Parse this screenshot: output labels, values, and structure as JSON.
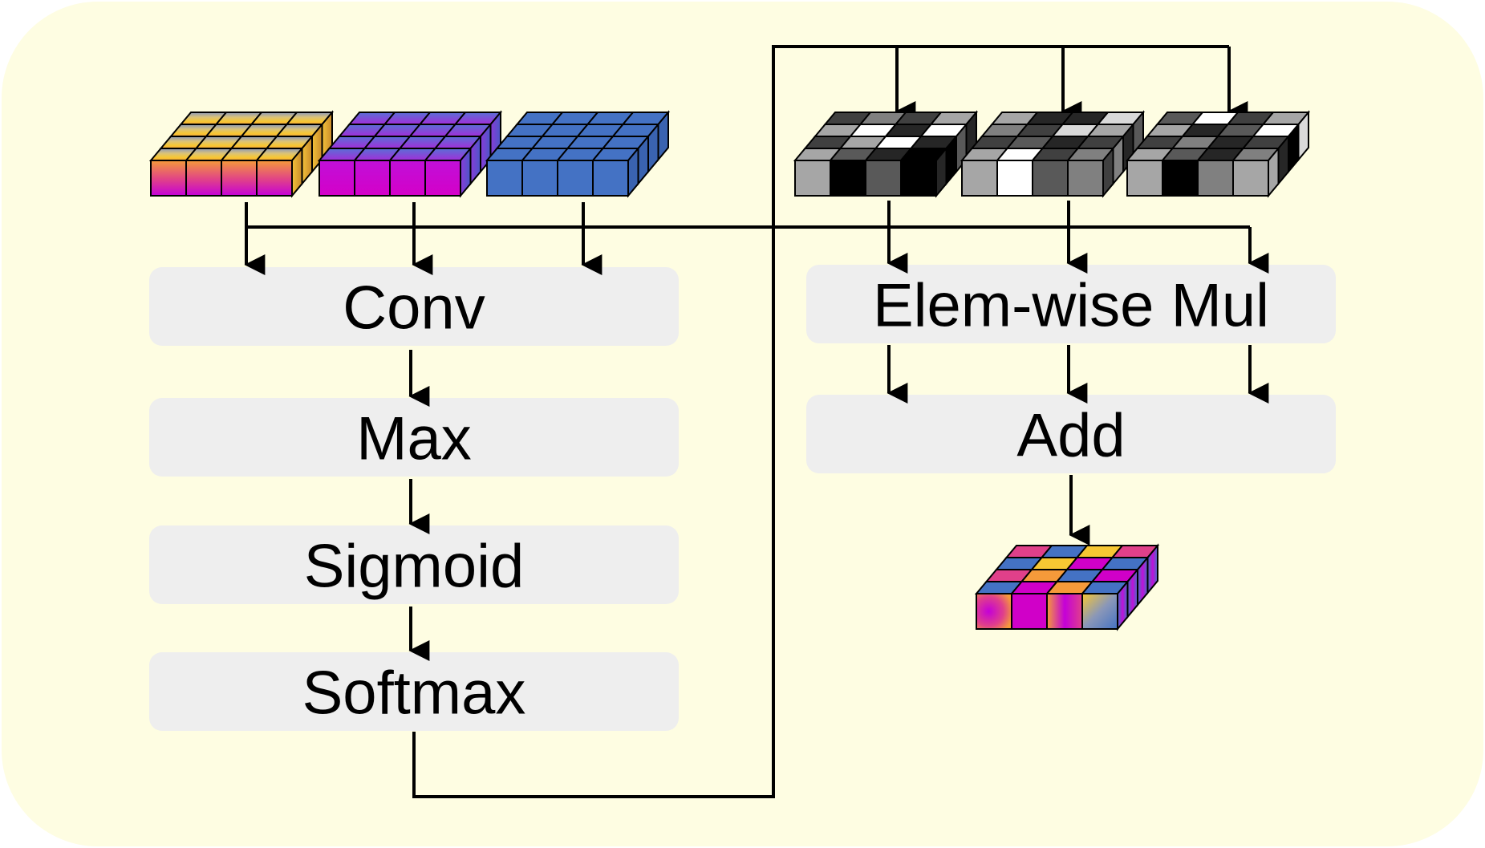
{
  "boxes": {
    "conv": "Conv",
    "max": "Max",
    "sigmoid": "Sigmoid",
    "softmax": "Softmax",
    "elem_wise_mul": "Elem-wise Mul",
    "add": "Add"
  },
  "colors": {
    "panel_background": "#fefde2",
    "box_fill": "#eeeeee",
    "line": "#000000",
    "feature_blue": "#4472c4",
    "feature_purple": "#b81ed8",
    "feature_magenta": "#d000c8",
    "feature_orange": "#f5a623",
    "feature_yellow": "#f7d53a"
  },
  "feature_maps": {
    "input": [
      "sunset-gradient",
      "purple-magenta",
      "solid-blue"
    ],
    "attention_weights": [
      "grayscale-map-1",
      "grayscale-map-2",
      "grayscale-map-3"
    ],
    "output": "fused-multicolor"
  },
  "grayscale_maps": [
    {
      "front": [
        "#a6a6a6",
        "#000000",
        "#595959",
        "#000000"
      ],
      "side": [
        "#262626",
        "#000000",
        "#595959",
        "#262626"
      ],
      "top": [
        [
          "#404040",
          "#808080",
          "#404040",
          "#a6a6a6"
        ],
        [
          "#a6a6a6",
          "#ffffff",
          "#262626",
          "#ffffff"
        ],
        [
          "#404040",
          "#a6a6a6",
          "#ffffff",
          "#262626"
        ],
        [
          "#a6a6a6",
          "#595959",
          "#262626",
          "#000000"
        ]
      ]
    },
    {
      "front": [
        "#a6a6a6",
        "#ffffff",
        "#595959",
        "#808080"
      ],
      "side": [
        "#404040",
        "#808080",
        "#262626",
        "#595959"
      ],
      "top": [
        [
          "#a6a6a6",
          "#262626",
          "#262626",
          "#d9d9d9"
        ],
        [
          "#808080",
          "#404040",
          "#d9d9d9",
          "#a6a6a6"
        ],
        [
          "#404040",
          "#595959",
          "#262626",
          "#404040"
        ],
        [
          "#a6a6a6",
          "#ffffff",
          "#404040",
          "#808080"
        ]
      ]
    },
    {
      "front": [
        "#a6a6a6",
        "#000000",
        "#808080",
        "#a6a6a6"
      ],
      "side": [
        "#a6a6a6",
        "#262626",
        "#000000",
        "#d9d9d9"
      ],
      "top": [
        [
          "#595959",
          "#ffffff",
          "#404040",
          "#a6a6a6"
        ],
        [
          "#a6a6a6",
          "#262626",
          "#595959",
          "#ffffff"
        ],
        [
          "#404040",
          "#808080",
          "#262626",
          "#404040"
        ],
        [
          "#a6a6a6",
          "#595959",
          "#262626",
          "#808080"
        ]
      ]
    }
  ]
}
